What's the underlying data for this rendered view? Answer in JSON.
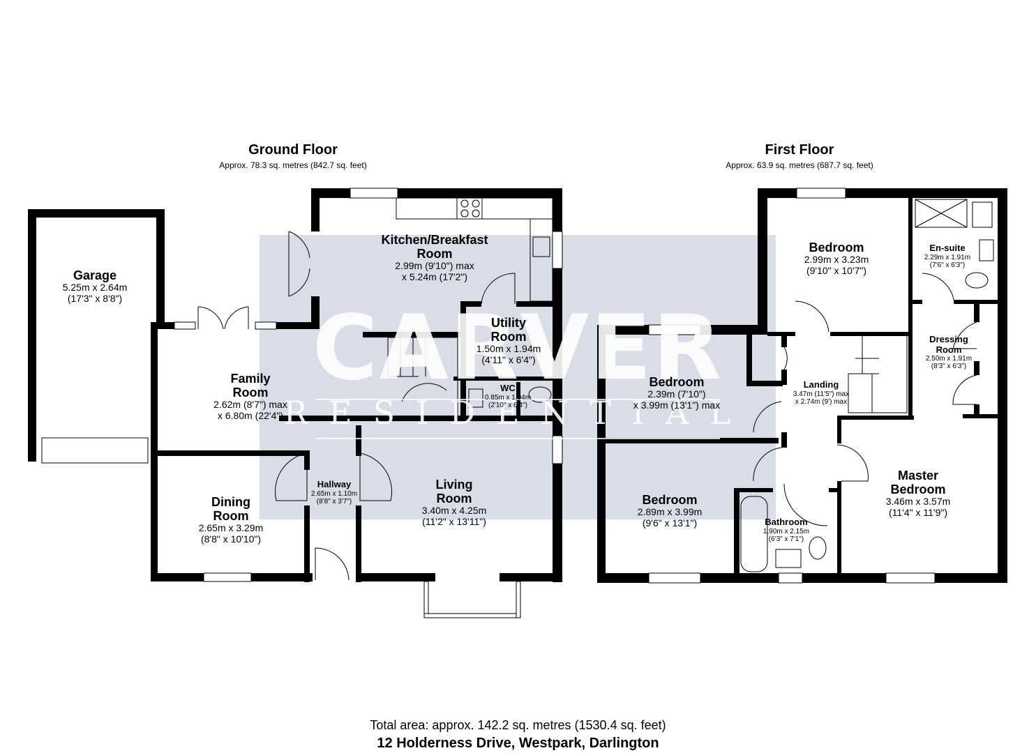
{
  "watermark": {
    "brand": "CARVER",
    "sub": "RESIDENTIAL"
  },
  "ground_floor": {
    "title": "Ground Floor",
    "area": "Approx. 78.3 sq. metres (842.7 sq. feet)",
    "rooms": {
      "garage": {
        "name": "Garage",
        "dims": [
          "5.25m x 2.64m",
          "(17'3\" x 8'8\")"
        ]
      },
      "kitchen": {
        "name": [
          "Kitchen/Breakfast",
          "Room"
        ],
        "dims": [
          "2.99m (9'10\") max",
          "x 5.24m (17'2\")"
        ]
      },
      "utility": {
        "name": [
          "Utility",
          "Room"
        ],
        "dims": [
          "1.50m x 1.94m",
          "(4'11\" x 6'4\")"
        ]
      },
      "family": {
        "name": [
          "Family",
          "Room"
        ],
        "dims": [
          "2.62m (8'7\") max",
          "x 6.80m (22'4\")"
        ]
      },
      "wc": {
        "name": "WC",
        "dims": [
          "0.85m x 1.94m",
          "(2'10\" x 6'4\")"
        ]
      },
      "hallway": {
        "name": "Hallway",
        "dims": [
          "2.65m x 1.10m",
          "(8'8\" x 3'7\")"
        ]
      },
      "dining": {
        "name": [
          "Dining",
          "Room"
        ],
        "dims": [
          "2.65m x 3.29m",
          "(8'8\" x 10'10\")"
        ]
      },
      "living": {
        "name": [
          "Living",
          "Room"
        ],
        "dims": [
          "3.40m x 4.25m",
          "(11'2\" x 13'11\")"
        ]
      }
    }
  },
  "first_floor": {
    "title": "First Floor",
    "area": "Approx. 63.9 sq. metres (687.7 sq. feet)",
    "rooms": {
      "bedroom_top": {
        "name": "Bedroom",
        "dims": [
          "2.99m x 3.23m",
          "(9'10\" x 10'7\")"
        ]
      },
      "ensuite": {
        "name": "En-suite",
        "dims": [
          "2.29m x 1.91m",
          "(7'6\" x 6'3\")"
        ]
      },
      "dressing": {
        "name": [
          "Dressing",
          "Room"
        ],
        "dims": [
          "2.50m x 1.91m",
          "(8'3\" x 6'3\")"
        ]
      },
      "bedroom_mid": {
        "name": "Bedroom",
        "dims": [
          "2.39m (7'10\")",
          "x 3.99m (13'1\") max"
        ]
      },
      "landing": {
        "name": "Landing",
        "dims": [
          "3.47m (11'5\") max",
          "x 2.74m (9') max"
        ]
      },
      "bedroom_low": {
        "name": "Bedroom",
        "dims": [
          "2.89m x 3.99m",
          "(9'6\" x 13'1\")"
        ]
      },
      "bathroom": {
        "name": "Bathroom",
        "dims": [
          "1.90m x 2.15m",
          "(6'3\" x 7'1\")"
        ]
      },
      "master": {
        "name": [
          "Master",
          "Bedroom"
        ],
        "dims": [
          "3.46m x 3.57m",
          "(11'4\" x 11'9\")"
        ]
      }
    }
  },
  "footer": {
    "total": "Total area: approx. 142.2 sq. metres (1530.4 sq. feet)",
    "address": "12 Holderness Drive, Westpark, Darlington"
  }
}
